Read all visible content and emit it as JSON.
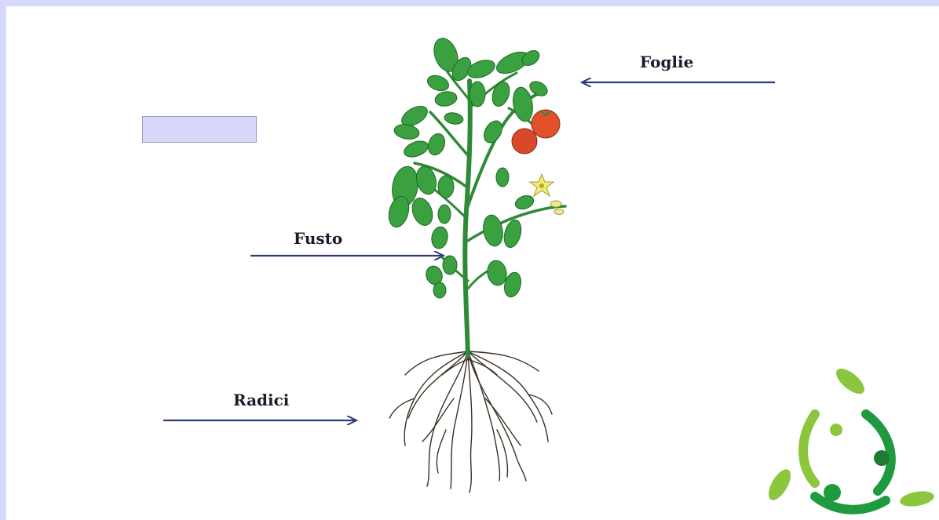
{
  "labels": {
    "foglie": "Foglie",
    "fusto": "Fusto",
    "radici": "Radici"
  },
  "colors": {
    "background_frame": "#d8d8fb",
    "arrow": "#2b3a7a",
    "leaf": "#3aa040",
    "stem": "#2e8a36",
    "root": "#3a3024",
    "tomato": "#e0502c",
    "flower": "#f1ea7c",
    "logo_light": "#8cc63f",
    "logo_dark": "#1f9b3f"
  },
  "icons": [
    "plant-illustration",
    "tomato-fruit",
    "flower",
    "arrow-left",
    "arrow-right",
    "logo-circle-icon"
  ]
}
